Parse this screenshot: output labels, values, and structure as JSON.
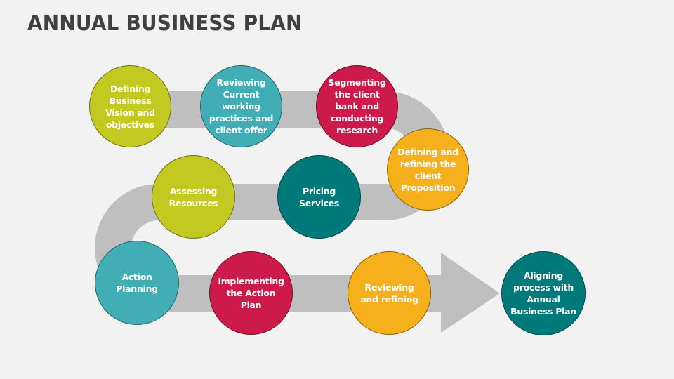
{
  "title": "ANNUAL BUSINESS PLAN",
  "colors": {
    "background": "#f2f2f2",
    "path": "#bfbfbf",
    "lime": "#c3c921",
    "teal": "#41aeb6",
    "crimson": "#cc1a4b",
    "amber": "#f6b01b",
    "dark_teal": "#00797b",
    "title_text": "#404040"
  },
  "steps": [
    {
      "label": "Defining Business Vision and objectives",
      "color": "lime"
    },
    {
      "label": "Reviewing Current working practices and client offer",
      "color": "teal"
    },
    {
      "label": "Segmenting the client bank and conducting research",
      "color": "crimson"
    },
    {
      "label": "Defining and refining the client Proposition",
      "color": "amber"
    },
    {
      "label": "Pricing Services",
      "color": "dark_teal"
    },
    {
      "label": "Assessing Resources",
      "color": "lime"
    },
    {
      "label": "Action Planning",
      "color": "teal"
    },
    {
      "label": "Implementing the Action Plan",
      "color": "crimson"
    },
    {
      "label": "Reviewing and refining",
      "color": "amber"
    },
    {
      "label": "Aligning process with Annual Business Plan",
      "color": "dark_teal"
    }
  ]
}
